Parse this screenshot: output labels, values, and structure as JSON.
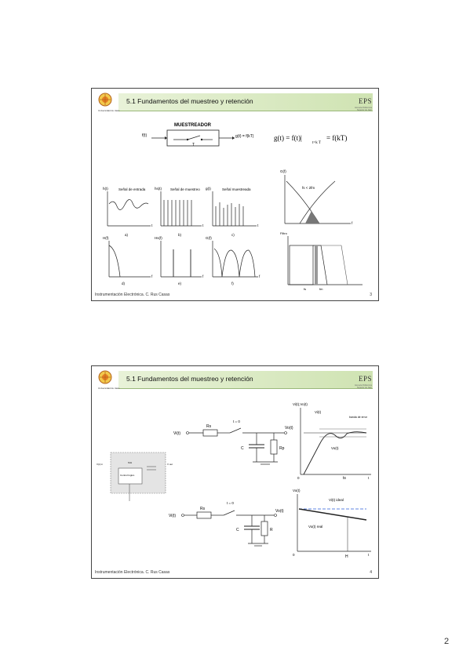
{
  "slides": [
    {
      "title": "5.1 Fundamentos del muestreo y retención",
      "footer": "Instrumentación Electrónica. C. Rus Casas",
      "page": "3",
      "logo_label": "Universidad de Jaén",
      "eps": "EPS",
      "eps_sub": "Escuela Politécnica Superior de Jaén",
      "labels": {
        "muestreador": "MUESTREADOR",
        "f_in": "f(t)",
        "g_out": "g(t) = f(kT)",
        "switch_T": "T",
        "formula": "g(t) = f(t)|",
        "formula_sub": "t=k T",
        "formula_rhs": "= f(kT)",
        "h_t": "h(t)",
        "senal_entrada": "Señal de entrada",
        "hs_t": "hs(t)",
        "senal_muestreo": "Señal de muestreo",
        "g_t": "g(t)",
        "senal_muestreada": "Señal muestreada",
        "t": "t",
        "f": "f",
        "a": "a)",
        "b": "b)",
        "c": "c)",
        "Gf": "G(f)",
        "fs_cond": "fs < 2fm",
        "Hf": "H(f)",
        "Hs": "Hs(f)",
        "Gf2": "G(f)",
        "d": "d)",
        "e": "e)",
        "ff": "f)",
        "filter_title": "Filtro",
        "fs_a": "fs",
        "fs_b": "fm"
      }
    },
    {
      "title": "5.1  Fundamentos del muestreo y retención",
      "footer": "Instrumentación Electrónica. C. Rus Casas",
      "page": "4",
      "logo_label": "Universidad de Jaén",
      "eps": "EPS",
      "eps_sub": "Escuela Politécnica Superior de Jaén",
      "labels": {
        "vi_t": "Vi(t)",
        "Rs": "Rs",
        "t0": "t = 0",
        "C": "C",
        "Rp": "Rp",
        "vo_t": "Vo(t)",
        "axis_top": "Vi(t),Vo(t)",
        "vi_curve": "Vi(t)",
        "vo_curve": "Vo(t)",
        "banda": "banda de error",
        "t_axis": "t",
        "ts": "ts",
        "zero": "0",
        "vi2": "Vi(t)",
        "Rs2": "Rs",
        "t0b": "t = 0",
        "C2": "C",
        "R2": "R",
        "vo2": "Vo(t)",
        "axis_bottom": "Vo(t)",
        "vi_ideal": "Vi(t) ideal",
        "vo_real": "Vo(t) real",
        "zero2": "0",
        "H": "H",
        "t_axis2": "t",
        "sh_in": "V(t) in",
        "sh_out": "V out",
        "sh_box": "Control lógico",
        "sh_hold": "S/H"
      }
    }
  ],
  "page_number": "2"
}
